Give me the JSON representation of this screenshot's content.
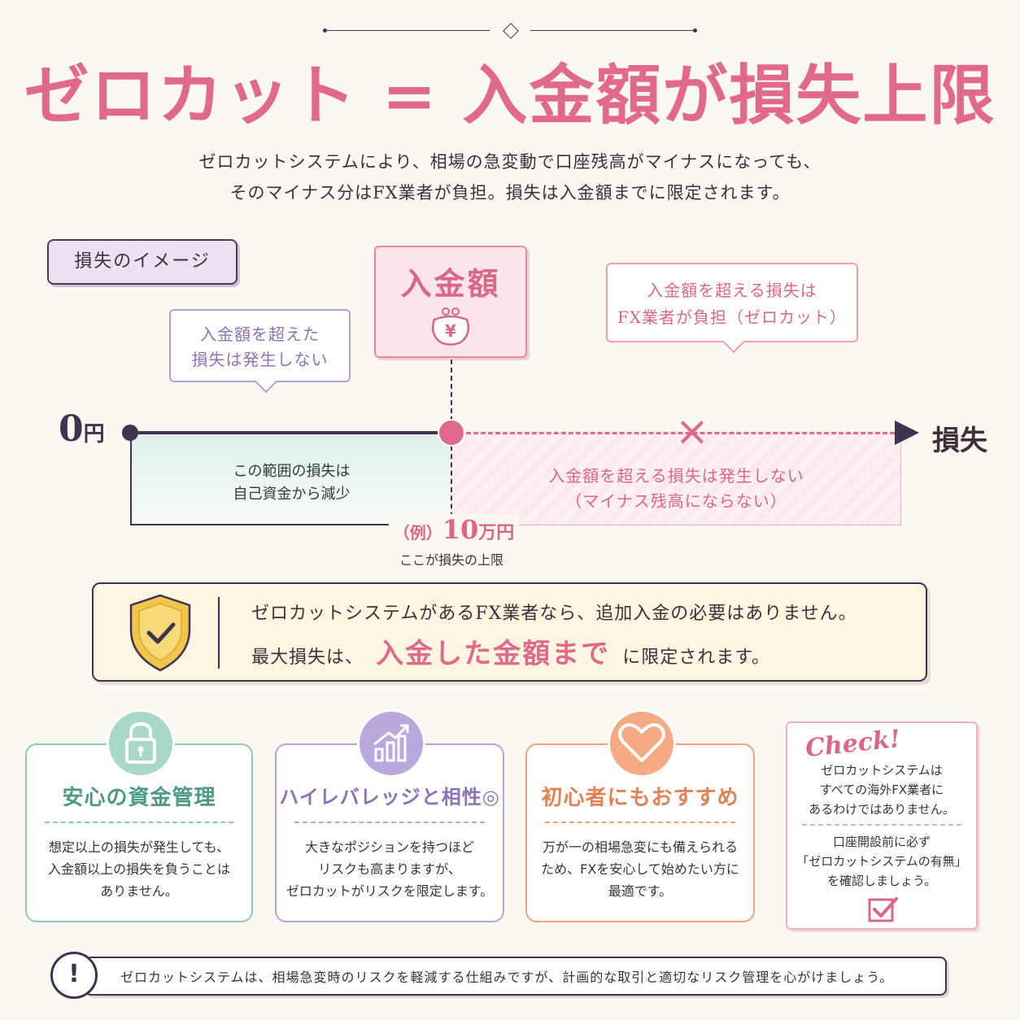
{
  "header": {
    "title": "ゼロカット = 入金額が損失上限",
    "subtitle_line1": "ゼロカットシステムにより、相場の急変動で口座残高がマイナスになっても、",
    "subtitle_line2": "そのマイナス分はFX業者が負担。損失は入金額までに限定されます。"
  },
  "diagram": {
    "tag_label": "損失のイメージ",
    "bubble_left_line1": "入金額を超えた",
    "bubble_left_line2": "損失は発生しない",
    "deposit_label": "入金額",
    "yen_symbol": "¥",
    "bubble_right_line1": "入金額を超える損失は",
    "bubble_right_line2": "FX業者が負担（ゼロカット）",
    "zero_value": "0",
    "zero_unit": "円",
    "axis_end_label": "損失",
    "cross_mark": "×",
    "green_line1": "この範囲の損失は",
    "green_line2": "自己資金から減少",
    "pink_line1": "入金額を超える損失は発生しない",
    "pink_line2": "（マイナス残高にならない）",
    "example_prefix": "（例）",
    "example_amount": "10",
    "example_unit": "万円",
    "example_caption": "ここが損失の上限"
  },
  "note": {
    "line1": "ゼロカットシステムがあるFX業者なら、追加入金の必要はありません。",
    "line2_prefix": "最大損失は、",
    "line2_emphasis": "入金した金額まで",
    "line2_suffix": "に限定されます。"
  },
  "cards": [
    {
      "title": "安心の資金管理",
      "line1": "想定以上の損失が発生しても、",
      "line2": "入金額以上の損失を負うことは",
      "line3": "ありません。"
    },
    {
      "title": "ハイレバレッジと相性◎",
      "line1": "大きなポジションを持つほど",
      "line2": "リスクも高まりますが、",
      "line3": "ゼロカットがリスクを限定します。"
    },
    {
      "title": "初心者にもおすすめ",
      "line1": "万が一の相場急変にも備えられる",
      "line2": "ため、FXを安心して始めたい方に",
      "line3": "最適です。"
    }
  ],
  "check": {
    "heading": "Check!",
    "line1": "ゼロカットシステムは",
    "line2": "すべての海外FX業者に",
    "line3": "あるわけではありません。",
    "line4": "口座開設前に必ず",
    "line5": "「ゼロカットシステムの有無」",
    "line6": "を確認しましょう。"
  },
  "warning": {
    "icon_text": "!",
    "text": "ゼロカットシステムは、相場急変時のリスクを軽減する仕組みですが、計画的な取引と適切なリスク管理を心がけましょう。"
  },
  "colors": {
    "accent_pink": "#e0698c",
    "navy": "#3e3350",
    "green": "#6fb8a4",
    "purple": "#a896d2",
    "orange": "#ef9a6f",
    "shield_yellow": "#f1c54a"
  }
}
